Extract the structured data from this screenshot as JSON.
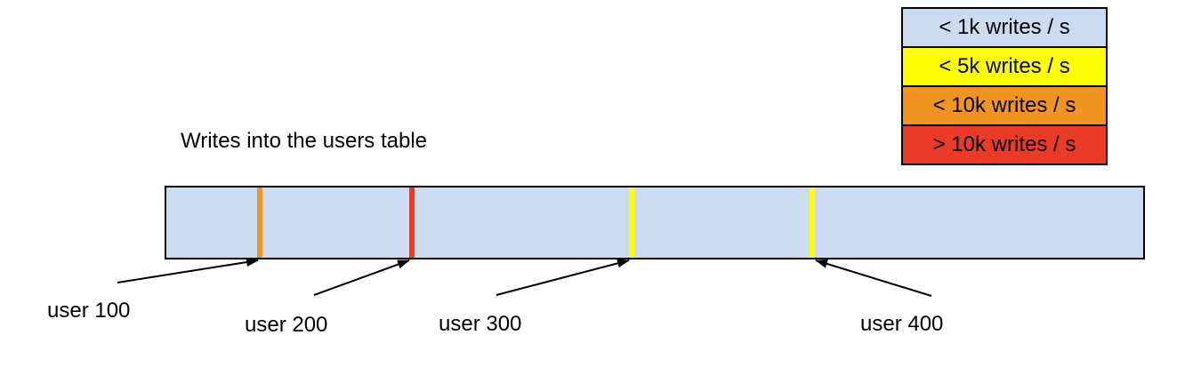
{
  "title": "Writes into the users table",
  "legend": {
    "items": [
      {
        "label": "< 1k writes / s",
        "color": "#cbdcf0"
      },
      {
        "label": "< 5k writes / s",
        "color": "#ffff00"
      },
      {
        "label": "< 10k writes / s",
        "color": "#f0941f"
      },
      {
        "label": "> 10k writes / s",
        "color": "#e93b25"
      }
    ]
  },
  "bar": {
    "fill": "#cbdcf0",
    "border_color": "#000000"
  },
  "ticks": [
    {
      "label": "user 100",
      "color": "#f0941f"
    },
    {
      "label": "user 200",
      "color": "#e93b25"
    },
    {
      "label": "user 300",
      "color": "#ffff00"
    },
    {
      "label": "user 400",
      "color": "#ffff00"
    }
  ]
}
